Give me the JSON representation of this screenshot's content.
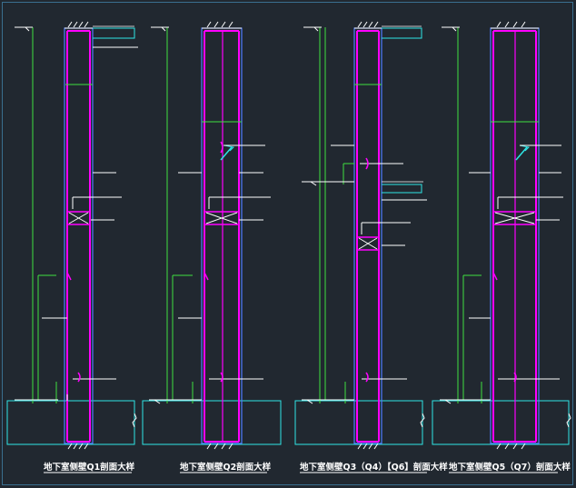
{
  "drawing": {
    "background": "#212830",
    "colors": {
      "wall": "#ff00ff",
      "outline": "#4f7cff",
      "ground": "#2ee6e6",
      "dimension": "#3fe03f",
      "leader": "#ffffff",
      "frame": "#3a6f8f"
    },
    "captions": [
      "地下室侧壁Q1剖面大样",
      "地下室侧壁Q2剖面大样",
      "地下室侧壁Q3（Q4）【Q6】剖面大样",
      "地下室侧壁Q5（Q7）剖面大样"
    ]
  }
}
